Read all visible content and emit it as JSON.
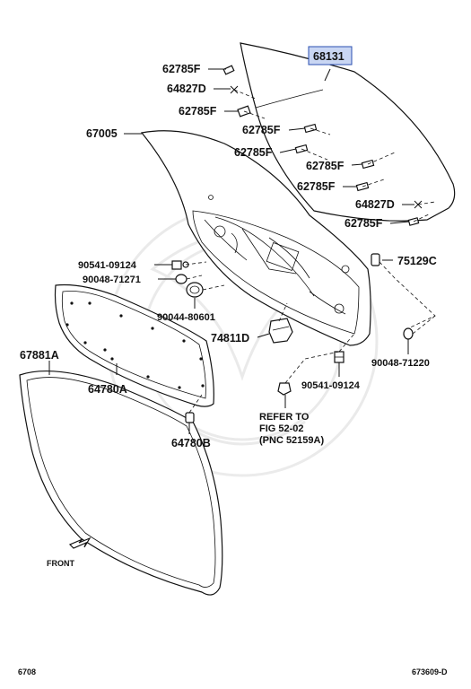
{
  "diagram": {
    "highlighted_part": "68131",
    "labels": {
      "l68131": "68131",
      "l62785F_1": "62785F",
      "l64827D_1": "64827D",
      "l62785F_2": "62785F",
      "l67005": "67005",
      "l62785F_3": "62785F",
      "l62785F_4": "62785F",
      "l62785F_5": "62785F",
      "l62785F_6": "62785F",
      "l64827D_2": "64827D",
      "l62785F_7": "62785F",
      "l90541_1": "90541-09124",
      "l75129C": "75129C",
      "l90048_1": "90048-71271",
      "l90044": "90044-80601",
      "l74811D": "74811D",
      "l67881A": "67881A",
      "l64780A": "64780A",
      "l90048_2": "90048-71220",
      "l90541_2": "90541-09124",
      "refer_1": "REFER TO",
      "refer_2": "FIG 52-02",
      "refer_3": "(PNC 52159A)",
      "l64780B": "64780B",
      "front": "FRONT"
    },
    "footer": {
      "left": "6708",
      "right": "673609-D"
    },
    "colors": {
      "line": "#111111",
      "highlight_fill": "#c9d6f3",
      "highlight_border": "#2a4fb0"
    }
  }
}
